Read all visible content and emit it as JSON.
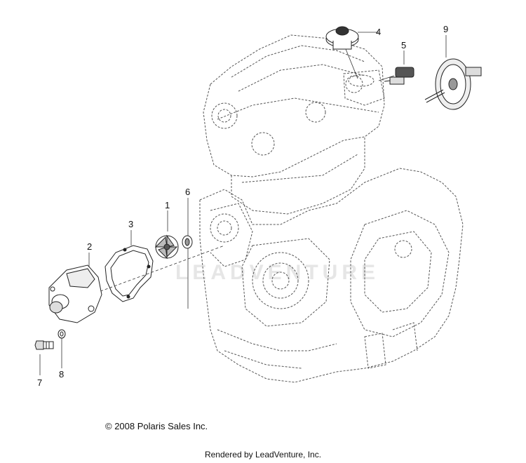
{
  "diagram": {
    "callouts": [
      "1",
      "2",
      "3",
      "4",
      "5",
      "6",
      "7",
      "8",
      "9"
    ],
    "watermark": "LEADVENTURE"
  },
  "footer": {
    "copyright": "© 2008 Polaris Sales Inc.",
    "rendered_by": "Rendered by LeadVenture, Inc."
  }
}
